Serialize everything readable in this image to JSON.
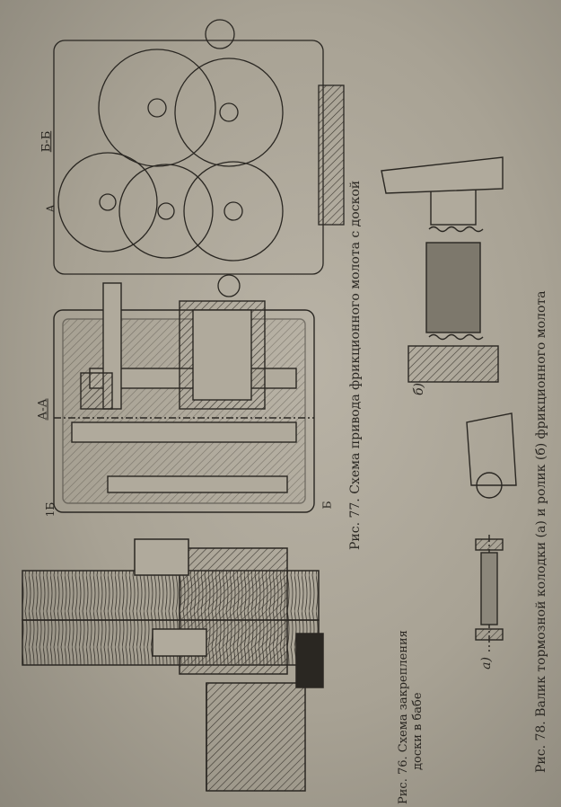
{
  "figures": {
    "fig76": {
      "caption_line1": "Рис. 76. Схема закрепления",
      "caption_line2": "доски в бабе"
    },
    "fig77": {
      "caption": "Рис. 77. Схема привода фрикционного молота с доской",
      "section_aa": "А-А",
      "section_bb": "Б-Б",
      "mark_1b": "1Б",
      "mark_b": "Б",
      "mark_a": "А"
    },
    "fig78": {
      "caption": "Рис. 78. Валик тормозной колодки (а) и ролик (б) фрикционного молота",
      "label_a": "а)",
      "label_b": "б)"
    }
  },
  "colors": {
    "paper": "#b0aa9c",
    "ink": "#2a2722"
  }
}
